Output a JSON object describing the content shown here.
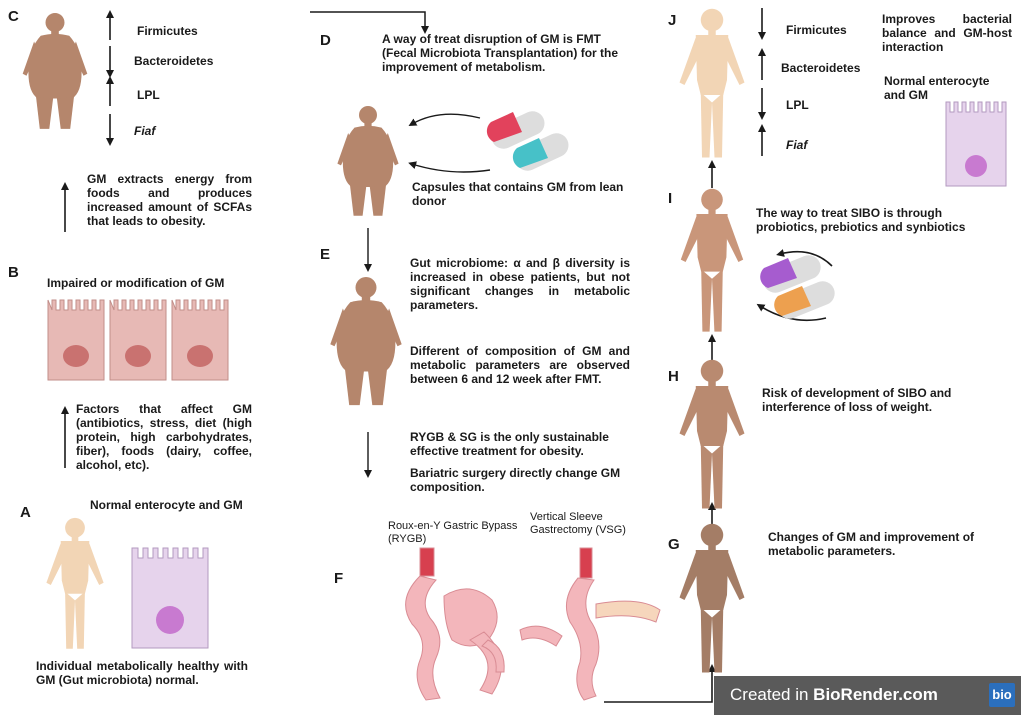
{
  "panel_c": {
    "label": "C",
    "markers": [
      "Firmicutes",
      "Bacteroidetes",
      "LPL",
      "Fiaf"
    ],
    "text": "GM extracts energy from foods and produces increased amount of SCFAs that leads to obesity."
  },
  "panel_b": {
    "label": "B",
    "title": "Impaired or modification of GM",
    "factors": "Factors that affect GM (antibiotics, stress, diet (high protein, high carbohydrates, fiber), foods (dairy, coffee, alcohol, etc)."
  },
  "panel_a": {
    "label": "A",
    "enterocyte": "Normal enterocyte and GM",
    "caption": "Individual metabolically healthy with GM (Gut microbiota) normal."
  },
  "panel_d": {
    "label": "D",
    "text": "A way of treat disruption of GM is FMT (Fecal Microbiota Transplantation) for the improvement of metabolism.",
    "capsules": "Capsules that contains GM from lean donor"
  },
  "panel_e": {
    "label": "E",
    "text1": "Gut microbiome: α and β diversity is increased in obese patients, but not significant changes in metabolic parameters.",
    "text2": "Different of composition of GM and metabolic parameters are observed between 6 and 12 week after FMT.",
    "text3": "RYGB & SG is the only sustainable effective treatment for obesity.",
    "text4": "Bariatric surgery directly change GM composition."
  },
  "panel_f": {
    "label": "F",
    "rygb": "Roux-en-Y Gastric Bypass (RYGB)",
    "vsg": "Vertical Sleeve Gastrectomy (VSG)"
  },
  "panel_j": {
    "label": "J",
    "markers": [
      "Firmicutes",
      "Bacteroidetes",
      "LPL",
      "Fiaf"
    ],
    "text": "Improves bacterial balance and GM-host interaction",
    "enterocyte": "Normal enterocyte and GM"
  },
  "panel_i": {
    "label": "I",
    "text": "The way to treat SIBO is through probiotics, prebiotics and synbiotics"
  },
  "panel_h": {
    "label": "H",
    "text": "Risk of development of SIBO and interference of loss of weight."
  },
  "panel_g": {
    "label": "G",
    "text": "Changes of GM and improvement of metabolic parameters."
  },
  "credit": {
    "prefix": "Created in ",
    "brand": "BioRender.com",
    "logo": "bio"
  },
  "colors": {
    "obese_skin": "#b5866c",
    "healthy_skin": "#f2d5b5",
    "impaired_cell": "#e7b9b5",
    "normal_cell": "#e6d3ec",
    "capsule_red": "#e2425c",
    "capsule_teal": "#47c1c8",
    "capsule_purple": "#a65ccf",
    "capsule_orange": "#eda04f",
    "credit_bg": "#5a5a5a"
  }
}
